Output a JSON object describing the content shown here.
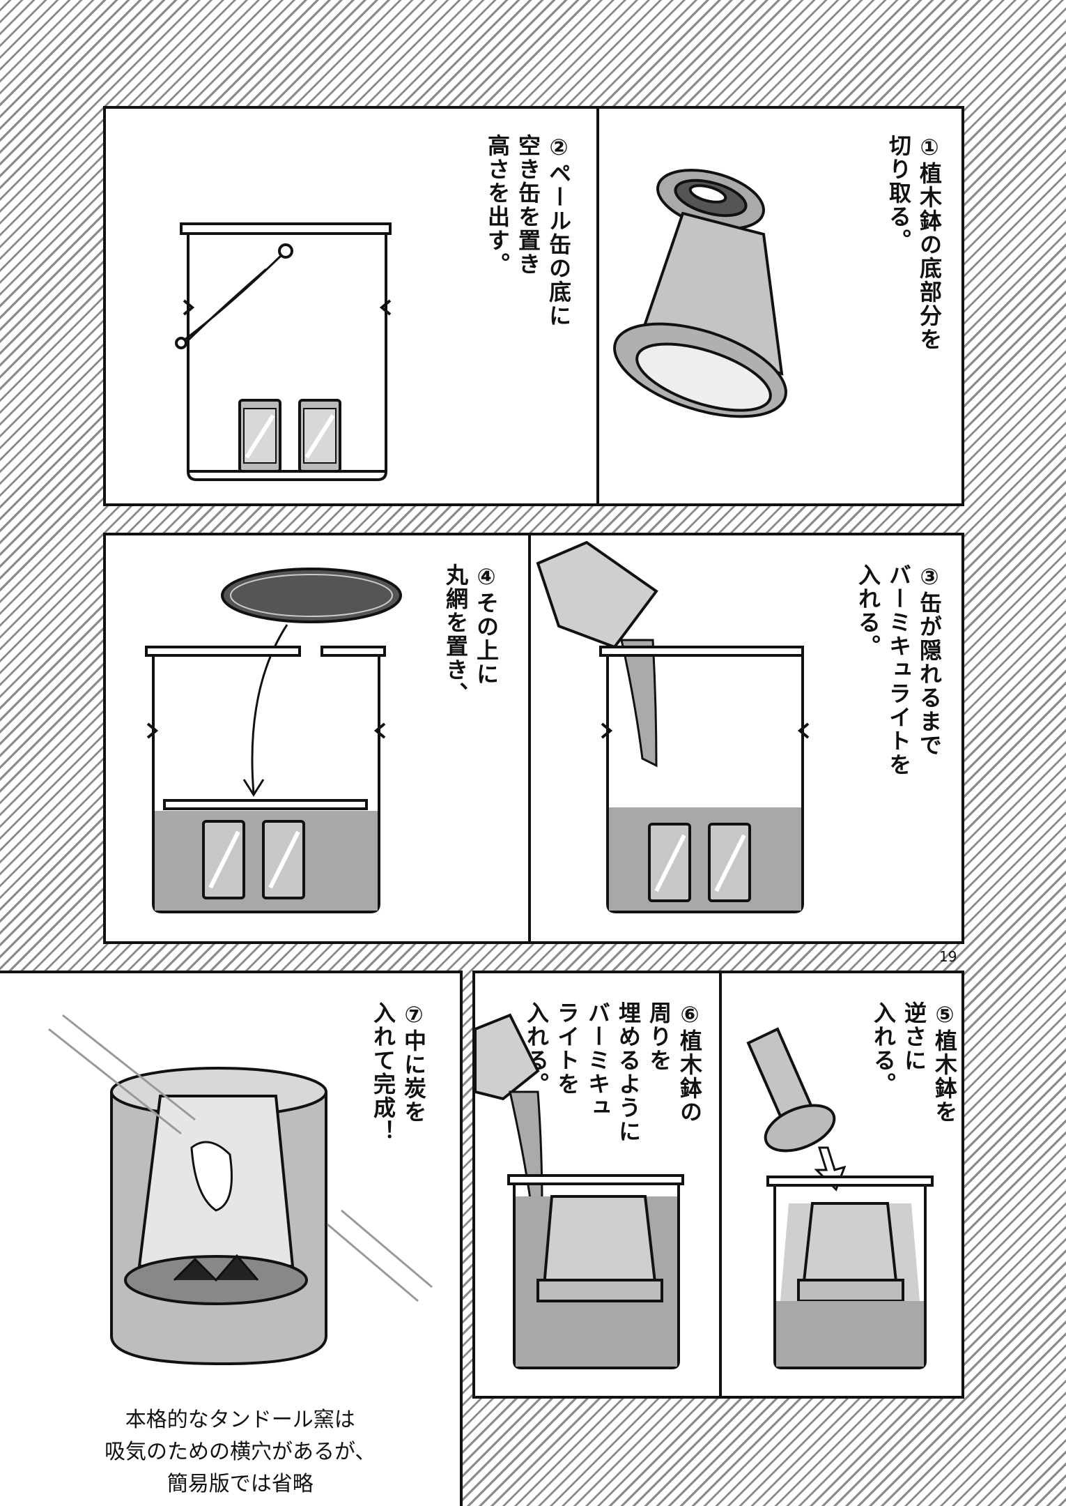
{
  "page": {
    "number": "19"
  },
  "panels": [
    {
      "step": 1,
      "caption": "①植木鉢の底部分を\n切り取る。"
    },
    {
      "step": 2,
      "caption": "②ペール缶の底に\n空き缶を置き\n高さを出す。"
    },
    {
      "step": 3,
      "caption": "③缶が隠れるまで\nバーミキュライトを\n入れる。"
    },
    {
      "step": 4,
      "caption": "④その上に\n丸網を置き、"
    },
    {
      "step": 5,
      "caption": "⑤植木鉢を\n逆さに\n入れる。"
    },
    {
      "step": 6,
      "caption": "⑥植木鉢の\n周りを\n埋めるように\nバーミキュ\nライトを\n入れる。"
    },
    {
      "step": 7,
      "caption": "⑦中に炭を\n入れて完成！"
    }
  ],
  "note": {
    "text": "本格的なタンドール窯は\n吸気のための横穴があるが、\n簡易版では省略"
  }
}
